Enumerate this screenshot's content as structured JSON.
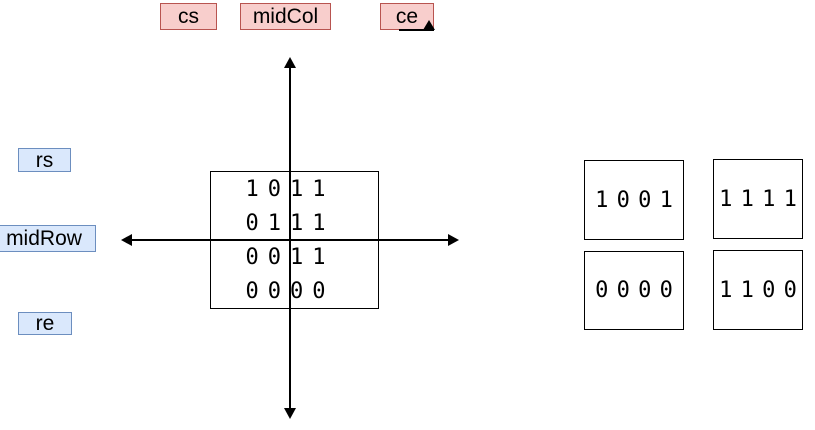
{
  "diagram": {
    "description": "matrix quadrant decomposition diagram",
    "background": "#ffffff"
  },
  "colors": {
    "column_label_fill": "#f8cecc",
    "column_label_stroke": "#b85450",
    "row_label_fill": "#dae8fc",
    "row_label_stroke": "#6c8ebf",
    "line": "#000000"
  },
  "column_labels": {
    "cs": "cs",
    "mid_col": "midCol",
    "ce": "ce"
  },
  "row_labels": {
    "rs": "rs",
    "mid_row": "midRow",
    "re": "re"
  },
  "matrix": {
    "rows": [
      [
        "1",
        "0",
        "1",
        "1"
      ],
      [
        "0",
        "1",
        "1",
        "1"
      ],
      [
        "0",
        "0",
        "1",
        "1"
      ],
      [
        "0",
        "0",
        "0",
        "0"
      ]
    ]
  },
  "quadrants": {
    "top_left": "1 0 0 1",
    "top_right": "1 1 1 1",
    "bottom_left": "0 0 0 0",
    "bottom_right": "1 1 0 0"
  }
}
